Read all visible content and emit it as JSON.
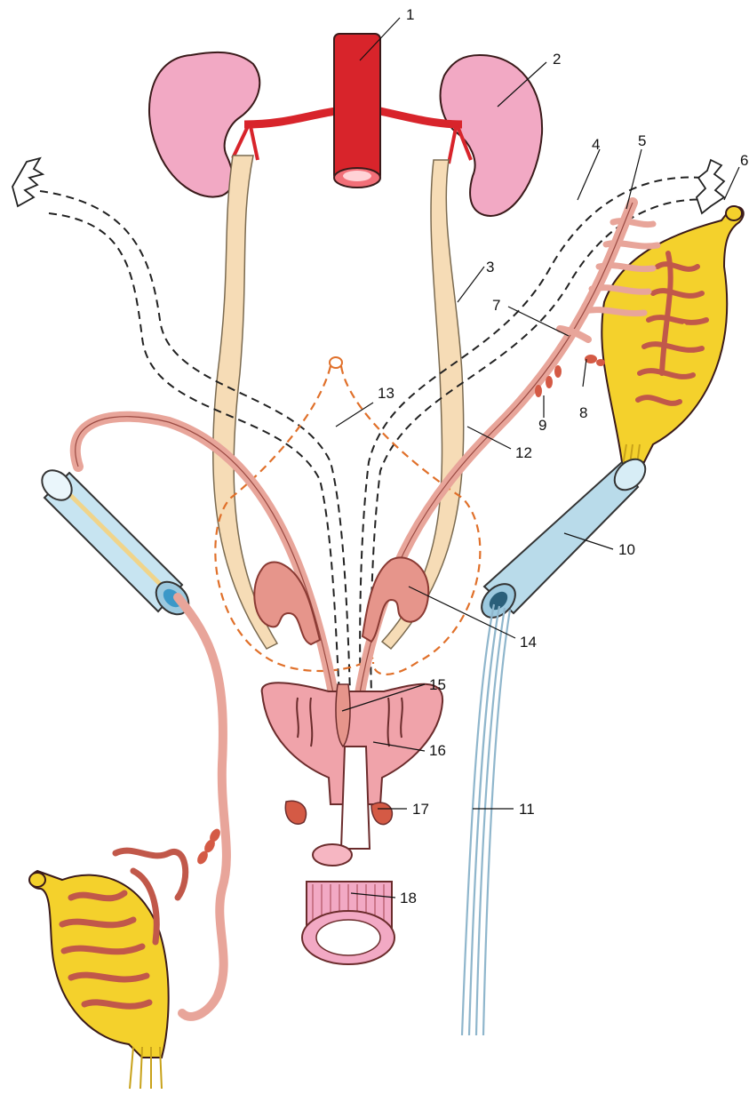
{
  "labels": [
    {
      "id": "1",
      "text": "1"
    },
    {
      "id": "2",
      "text": "2"
    },
    {
      "id": "3",
      "text": "3"
    },
    {
      "id": "4",
      "text": "4"
    },
    {
      "id": "5",
      "text": "5"
    },
    {
      "id": "6",
      "text": "6"
    },
    {
      "id": "7",
      "text": "7"
    },
    {
      "id": "8",
      "text": "8"
    },
    {
      "id": "9",
      "text": "9"
    },
    {
      "id": "10",
      "text": "10"
    },
    {
      "id": "11",
      "text": "11"
    },
    {
      "id": "12",
      "text": "12"
    },
    {
      "id": "13",
      "text": "13"
    },
    {
      "id": "14",
      "text": "14"
    },
    {
      "id": "15",
      "text": "15"
    },
    {
      "id": "16",
      "text": "16"
    },
    {
      "id": "17",
      "text": "17"
    },
    {
      "id": "18",
      "text": "18"
    }
  ],
  "colors": {
    "kidney": "#f2a9c4",
    "artery": "#d8242b",
    "ureter": "#f6dcb6",
    "duct": "#e8a59a",
    "testis": "#f4d12c",
    "tube": "#b9dbea",
    "bladder": "#f0a3aa",
    "gland": "#d45a45",
    "dashed_orange": "#e0702a"
  }
}
